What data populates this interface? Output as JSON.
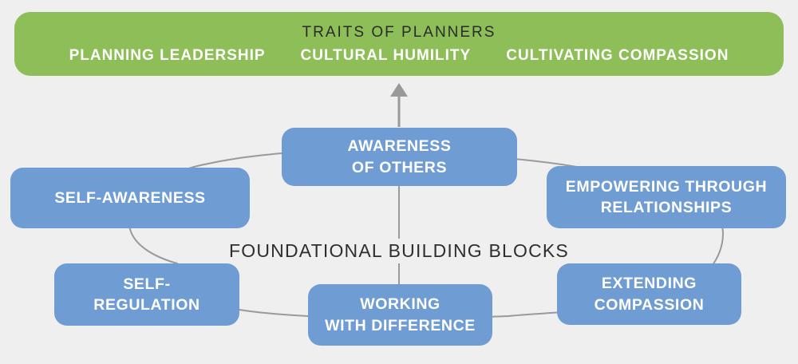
{
  "banner": {
    "title": "TRAITS OF PLANNERS",
    "items": [
      "PLANNING LEADERSHIP",
      "CULTURAL HUMILITY",
      "CULTIVATING COMPASSION"
    ]
  },
  "center_label": "FOUNDATIONAL BUILDING BLOCKS",
  "blocks": {
    "awareness_of_others": "AWARENESS\nOF OTHERS",
    "self_awareness": "SELF-AWARENESS",
    "empowering_through_relationships": "EMPOWERING THROUGH\nRELATIONSHIPS",
    "self_regulation": "SELF-\nREGULATION",
    "working_with_difference": "WORKING\nWITH DIFFERENCE",
    "extending_compassion": "EXTENDING\nCOMPASSION"
  },
  "colors": {
    "banner_green": "#8dbe57",
    "block_blue": "#6f9cd3",
    "background_gray": "#efefef",
    "connector_gray": "#9a9a9a",
    "dark_text": "#2b2b2b",
    "white_text": "#ffffff"
  }
}
